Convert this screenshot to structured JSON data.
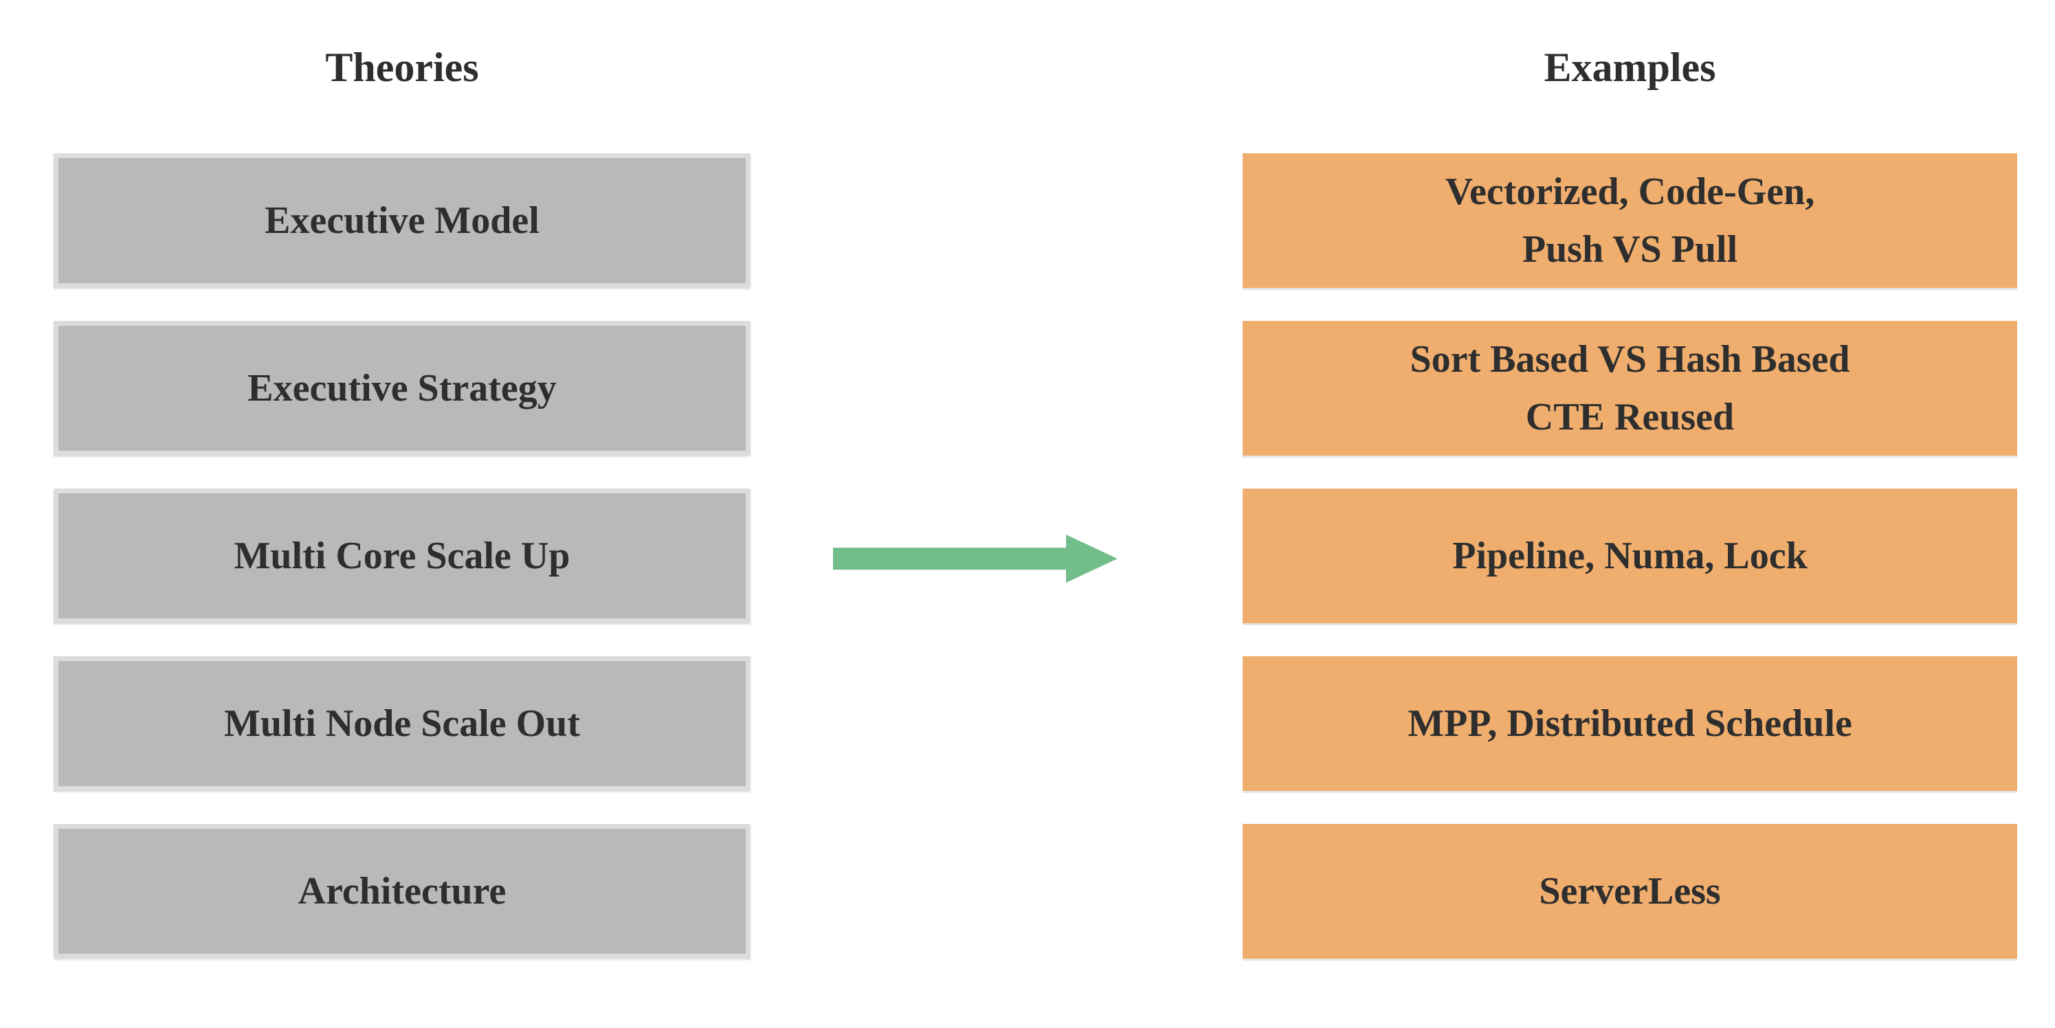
{
  "diagram": {
    "title": "Theories to Examples mapping",
    "colors": {
      "background": "#ffffff",
      "theory_box": "#b9b9b9",
      "theory_box_border": "#dcdcdc",
      "example_box": "#f0ae6e",
      "arrow": "#72be8b",
      "text": "#2e2e2e"
    },
    "theories": {
      "header": "Theories",
      "items": [
        {
          "label": "Executive Model"
        },
        {
          "label": "Executive Strategy"
        },
        {
          "label": "Multi Core Scale Up"
        },
        {
          "label": "Multi Node Scale Out"
        },
        {
          "label": "Architecture"
        }
      ]
    },
    "examples": {
      "header": "Examples",
      "items": [
        {
          "label": "Vectorized,  Code-Gen,\nPush VS Pull"
        },
        {
          "label": "Sort Based VS Hash Based\nCTE Reused"
        },
        {
          "label": "Pipeline, Numa, Lock"
        },
        {
          "label": "MPP,  Distributed Schedule"
        },
        {
          "label": "ServerLess"
        }
      ]
    },
    "arrow": {
      "direction": "right",
      "connects": "Theories to Examples"
    }
  }
}
